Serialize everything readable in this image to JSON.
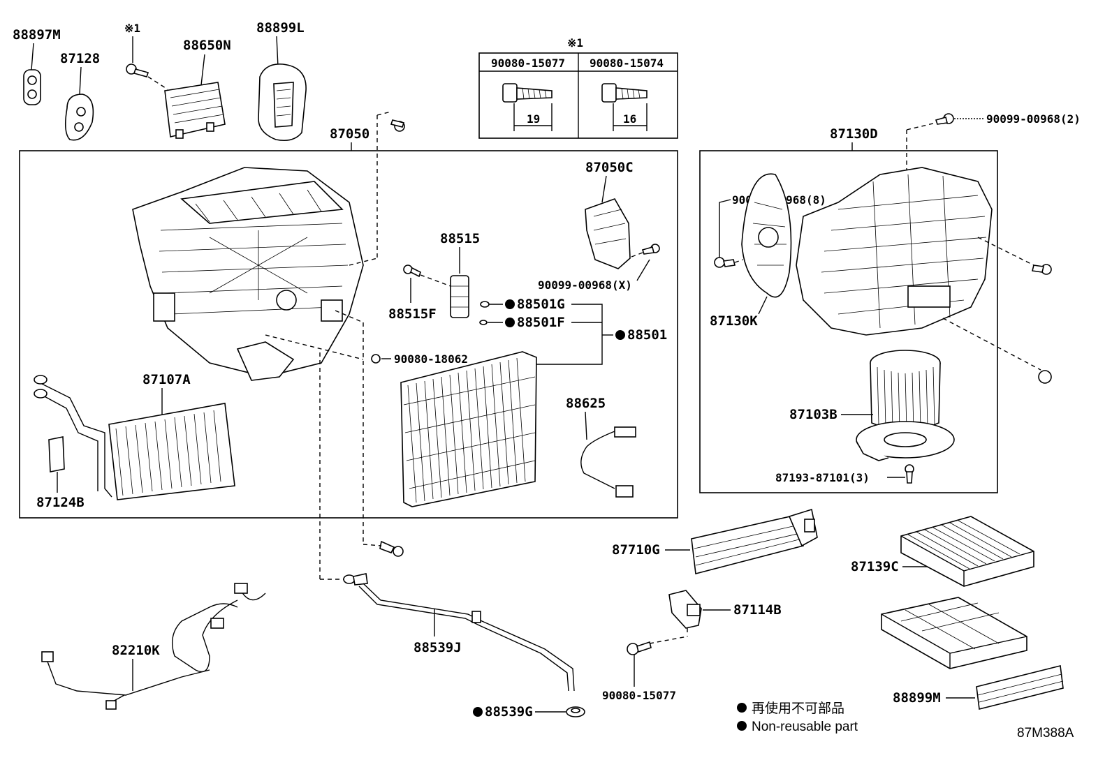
{
  "diagram": {
    "part_numbers": {
      "p88897M": "88897M",
      "p87128": "87128",
      "p88650N": "88650N",
      "p88899L": "88899L",
      "p87050": "87050",
      "p87050C": "87050C",
      "p88515": "88515",
      "p88515F": "88515F",
      "p88501G": "88501G",
      "p88501F": "88501F",
      "p88501": "88501",
      "p90099_00968_X": "90099-00968(X)",
      "p90080_18062": "90080-18062",
      "p87107A": "87107A",
      "p87124B": "87124B",
      "p88625": "88625",
      "p87130D": "87130D",
      "p90099_00968_2": "90099-00968(2)",
      "p90099_00968_8": "90099-00968(8)",
      "p87130K": "87130K",
      "p87103B": "87103B",
      "p87193_87101_3": "87193-87101(3)",
      "p87710G": "87710G",
      "p87139C": "87139C",
      "p87114B": "87114B",
      "p82210K": "82210K",
      "p88539J": "88539J",
      "p88539G": "88539G",
      "p90080_15077b": "90080-15077",
      "p88899M": "88899M"
    },
    "note_mark": "※1",
    "bolt_table": {
      "note_mark": "※1",
      "columns": [
        {
          "part": "90080-15077",
          "length": "19"
        },
        {
          "part": "90080-15074",
          "length": "16"
        }
      ]
    },
    "legend": {
      "line1": "再使用不可部品",
      "line2": "Non-reusable part"
    },
    "figure_id": "87M388A"
  }
}
